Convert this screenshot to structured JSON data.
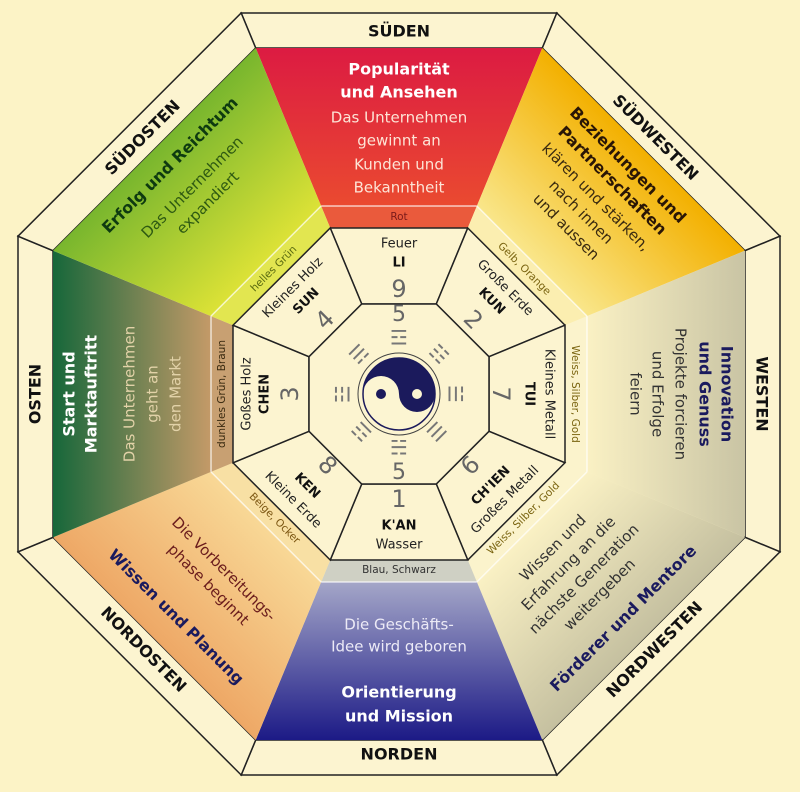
{
  "sectors": {
    "south": {
      "direction": "SÜDEN",
      "title": [
        "Popularität",
        "und Ansehen"
      ],
      "text": [
        "Das Unternehmen",
        "gewinnt an",
        "Kunden und",
        "Bekanntheit"
      ],
      "color_label": "Rot",
      "trigram": {
        "element": "Feuer",
        "name": "LI",
        "number": "9",
        "symbol": "☲"
      },
      "colors": {
        "outer": "#dc1b42",
        "inner": "#ea4a30",
        "band": "#ea5a3c"
      }
    },
    "southwest": {
      "direction": "SÜDWESTEN",
      "title": [
        "Beziehungen und",
        "Partnerschaften"
      ],
      "text": [
        "klären und stärken,",
        "nach innen",
        "und aussen"
      ],
      "color_label": "Gelb, Orange",
      "trigram": {
        "element": "Große Erde",
        "name": "KUN",
        "number": "2",
        "symbol": "☷"
      },
      "colors": {
        "outer": "#f3b000",
        "inner": "#f9e68a",
        "band": "#fbeeb0"
      }
    },
    "west": {
      "direction": "WESTEN",
      "title": [
        "Innovation",
        "und Genuss"
      ],
      "text": [
        "Projekte forcieren",
        "und Erfolge",
        "feiern"
      ],
      "color_label": "Weiss, Silber, Gold",
      "trigram": {
        "element": "Kleines Metall",
        "name": "TUI",
        "number": "7",
        "symbol": "☱"
      },
      "colors": {
        "outer": "#c9c4a4",
        "inner": "#faf1c4",
        "band": "#fbf3cc"
      }
    },
    "northwest": {
      "direction": "NORDWESTEN",
      "title": [
        "Förderer und Mentore"
      ],
      "text": [
        "Wissen und",
        "Erfahrung an die",
        "nächste Generation",
        "weitergeben"
      ],
      "color_label": "Weiss, Silber, Gold",
      "trigram": {
        "element": "Großes Metall",
        "name": "CH'IEN",
        "number": "6",
        "symbol": "☰"
      },
      "colors": {
        "outer": "#c5c0a0",
        "inner": "#faf1c4",
        "band": "#fbf3cc"
      }
    },
    "north": {
      "direction": "NORDEN",
      "title": [
        "Orientierung",
        "und Mission"
      ],
      "text": [
        "Die Geschäfts-",
        "Idee wird geboren"
      ],
      "color_label": "Blau, Schwarz",
      "trigram": {
        "element": "Wasser",
        "name": "K'AN",
        "number": "1",
        "symbol": "☵"
      },
      "colors": {
        "outer": "#1c1a86",
        "inner": "#a4a6c8",
        "band": "#cfd0c4"
      }
    },
    "northeast": {
      "direction": "NORDOSTEN",
      "title": [
        "Wissen und Planung"
      ],
      "text": [
        "Die Vorbereitungs-",
        "phase beginnt"
      ],
      "color_label": "Beige, Ocker",
      "trigram": {
        "element": "Kleine Erde",
        "name": "KEN",
        "number": "8",
        "symbol": "☶"
      },
      "colors": {
        "outer": "#eea866",
        "inner": "#f8d896",
        "band": "#f8e0a4"
      }
    },
    "east": {
      "direction": "OSTEN",
      "title": [
        "Start und",
        "Marktauftritt"
      ],
      "text": [
        "Das Unternehmen",
        "geht an",
        "den Markt"
      ],
      "color_label": "dunkles Grün, Braun",
      "trigram": {
        "element": "Goßes Holz",
        "name": "CHEN",
        "number": "3",
        "symbol": "☳"
      },
      "colors": {
        "outer": "#16673a",
        "inner": "#c49a68",
        "band": "#c8a072"
      }
    },
    "southeast": {
      "direction": "SÜDOSTEN",
      "title": [
        "Erfolg und Reichtum"
      ],
      "text": [
        "Das Unternehmen",
        "expandiert"
      ],
      "color_label": "helles Grün",
      "trigram": {
        "element": "Kleines Holz",
        "name": "SUN",
        "number": "4",
        "symbol": "☴"
      },
      "colors": {
        "outer": "#78b62e",
        "inner": "#dce236",
        "band": "#e2e650"
      }
    }
  },
  "center": {
    "numbers": [
      "5",
      "5"
    ],
    "colors": {
      "yin": "#1b1a5c",
      "yang": "#fcf5d2"
    }
  }
}
